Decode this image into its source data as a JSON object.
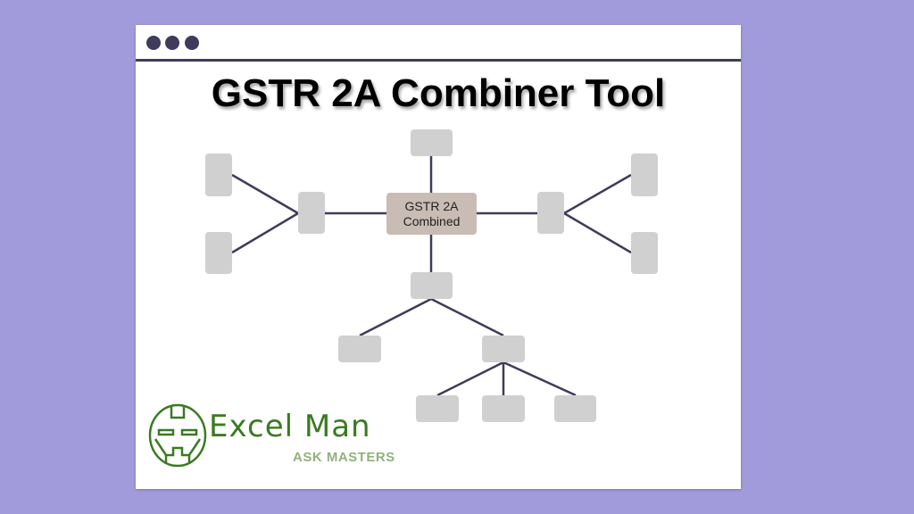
{
  "window": {
    "title": "GSTR 2A Combiner Tool"
  },
  "diagram": {
    "center_line1": "GSTR 2A",
    "center_line2": "Combined"
  },
  "logo": {
    "brand": "Excel Man",
    "tagline": "ASK MASTERS"
  },
  "colors": {
    "background": "#a29bdb",
    "node": "#d0d0d0",
    "center_node": "#c8bcb4",
    "line": "#3f3b5a",
    "brand": "#3a7a22"
  }
}
